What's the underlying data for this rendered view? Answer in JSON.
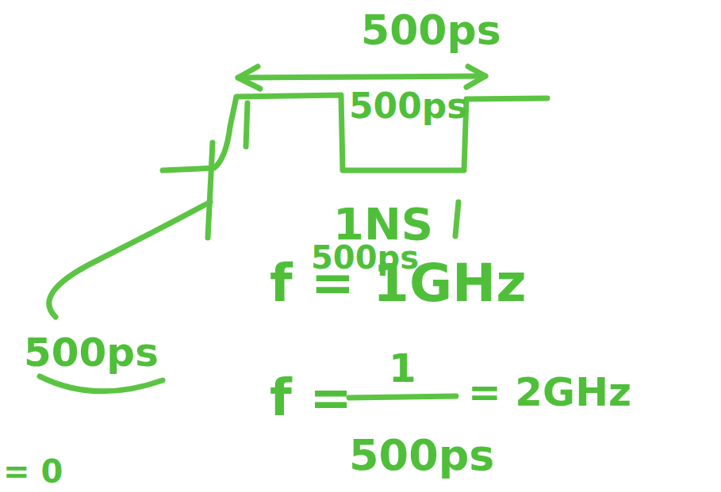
{
  "diagram": {
    "labels": [
      "500ps",
      "500ps",
      "1NS",
      "500ps",
      "500ps",
      "f = 1GHz",
      "f =",
      "1",
      "500ps",
      "= 2GHz",
      "= 0"
    ]
  }
}
